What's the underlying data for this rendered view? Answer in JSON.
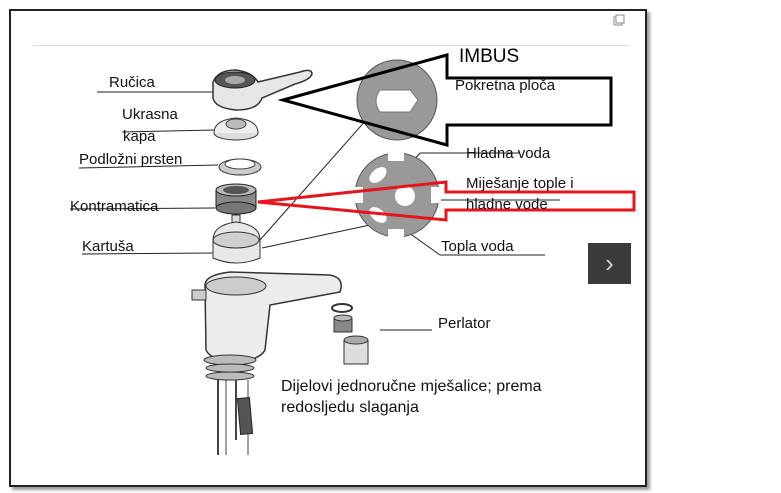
{
  "annotation": {
    "imbus_label": "IMBUS"
  },
  "labels": {
    "rucica": "Ručica",
    "ukrasna_line1": "Ukrasna",
    "ukrasna_line2": "kapa",
    "podlozni": "Podložni prsten",
    "kontramatica": "Kontramatica",
    "kartusa": "Kartuša",
    "pokretna": "Pokretna ploča",
    "hladna": "Hladna voda",
    "mijesanje_line1": "Miješanje tople i",
    "mijesanje_line2": "hladne vode",
    "topla": "Topla voda",
    "perlator": "Perlator"
  },
  "caption": {
    "line1": "Dijelovi jednoručne mješalice; prema",
    "line2": "redosljedu slaganja"
  },
  "nav": {
    "next_icon": "chevron-right-icon",
    "glyph": "›"
  },
  "colors": {
    "annotation_red": "#e8141c",
    "annotation_black": "#000000",
    "nav_bg": "#3a3a3a"
  }
}
